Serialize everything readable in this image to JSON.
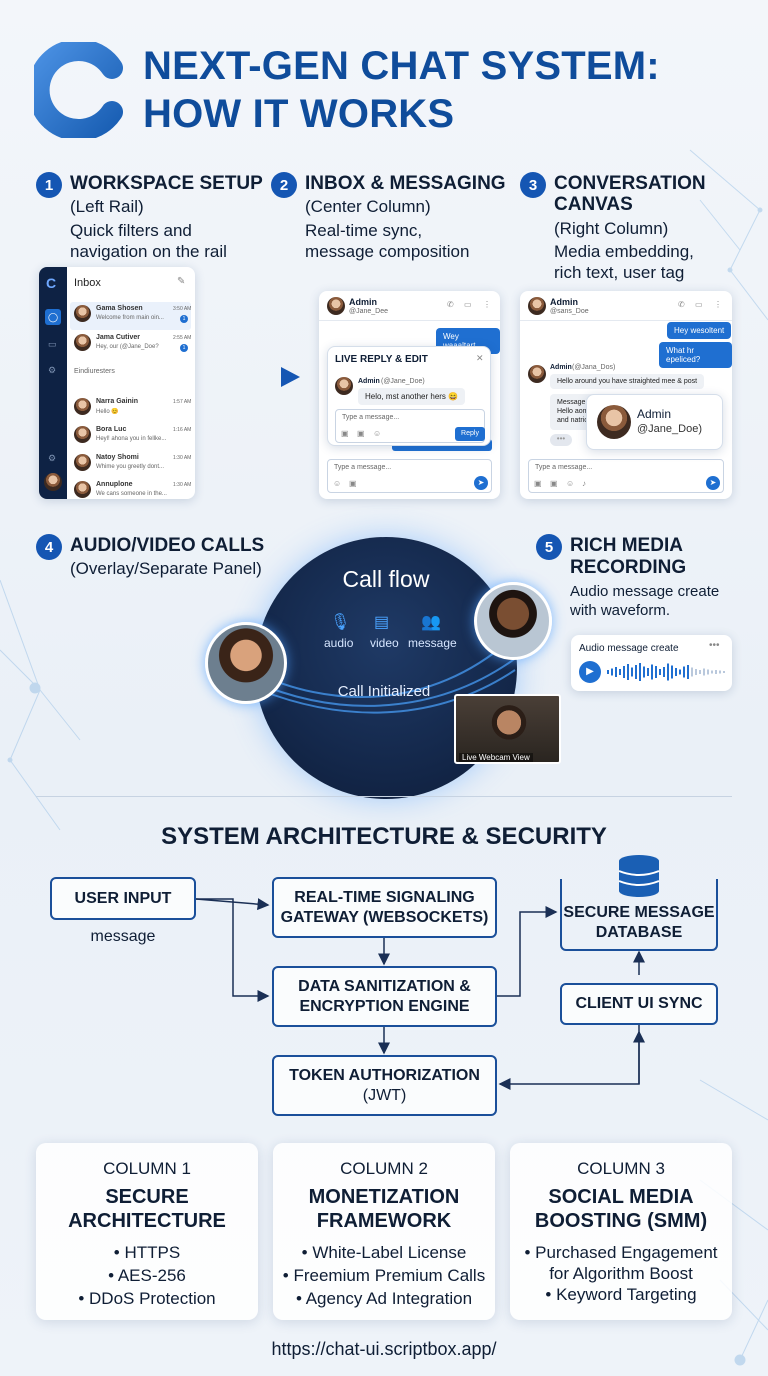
{
  "header": {
    "title_line1": "NEXT-GEN CHAT SYSTEM:",
    "title_line2": "HOW IT WORKS",
    "logo_letter": "C"
  },
  "steps": [
    {
      "num": "1",
      "title": "WORKSPACE SETUP",
      "sub": "(Left Rail)",
      "desc": "Quick filters and navigation on the rail"
    },
    {
      "num": "2",
      "title": "INBOX & MESSAGING",
      "sub": "(Center Column)",
      "desc": "Real-time sync, message composition"
    },
    {
      "num": "3",
      "title_l1": "CONVERSATION",
      "title_l2": "CANVAS",
      "sub": "(Right Column)",
      "desc_l1": "Media embedding,",
      "desc_l2": "rich text, user tag"
    },
    {
      "num": "4",
      "title": "AUDIO/VIDEO CALLS",
      "sub": "(Overlay/Separate Panel)"
    },
    {
      "num": "5",
      "title_l1": "RICH MEDIA",
      "title_l2": "RECORDING",
      "desc_l1": "Audio message create",
      "desc_l2": "with waveform."
    }
  ],
  "inbox": {
    "title": "Inbox",
    "items": [
      {
        "name": "Gama Shosen",
        "time": "3:50 AM",
        "preview": "Welcome from main oin...",
        "badge": "1"
      },
      {
        "name": "Jama Cutiver",
        "time": "2:55 AM",
        "preview": "Hey, our (@Jane_Doe?",
        "badge": "1"
      },
      {
        "name": "Narra Gainin",
        "time": "1:57 AM",
        "preview": "Hello 😊"
      },
      {
        "name": "Bora Luc",
        "time": "1:16 AM",
        "preview": "Heyl! ahona you in fellke..."
      },
      {
        "name": "Natoy Shomi",
        "time": "1:30 AM",
        "preview": "Whime you greetly dont..."
      },
      {
        "name": "Annuplone",
        "time": "1:30 AM",
        "preview": "We cans someone in the..."
      }
    ],
    "section_label": "Eindiuresters"
  },
  "center_chat": {
    "name": "Admin",
    "handle": "@Jane_Dee",
    "msg1": "Wey waaaltart",
    "popup_title": "LIVE REPLY & EDIT",
    "popup_name": "Admin",
    "popup_handle": "(@Jane_Doe)",
    "popup_msg": "Helo, mst another hers 😄",
    "popup_placeholder": "Type a message...",
    "reply_label": "Reply",
    "placeholder": "Type a message..."
  },
  "right_chat": {
    "name": "Admin",
    "handle": "@sans_Doe",
    "msg1": "Hey wesoltent",
    "msg2": "What hr epeliced?",
    "sender": "Admin",
    "sender_handle": "(@Jana_Dos)",
    "msg3": "Hello around you have straighted mee & post",
    "msg4_l1": "Message",
    "msg4_l2": "Hello aom",
    "msg4_l3": "and natric",
    "tag_name": "Admin",
    "tag_handle": "@Jane_Doe)",
    "placeholder": "Type a message..."
  },
  "call": {
    "title": "Call flow",
    "icons": [
      {
        "label": "audio",
        "icon": "mic-icon"
      },
      {
        "label": "video",
        "icon": "chat-icon"
      },
      {
        "label": "message",
        "icon": "people-icon"
      }
    ],
    "status": "Call Initialized",
    "webcam_label": "Live Webcam View"
  },
  "audio": {
    "title": "Audio message create",
    "menu": "•••"
  },
  "architecture": {
    "title": "SYSTEM ARCHITECTURE & SECURITY",
    "user_input": "USER INPUT",
    "user_input_caption": "message",
    "gateway_l1": "REAL-TIME SIGNALING",
    "gateway_l2": "GATEWAY (WEBSOCKETS)",
    "sanitize_l1": "DATA SANITIZATION &",
    "sanitize_l2": "ENCRYPTION ENGINE",
    "token_l1": "TOKEN AUTHORIZATION",
    "token_l2": "(JWT)",
    "db_l1": "SECURE MESSAGE",
    "db_l2": "DATABASE",
    "client_sync": "CLIENT UI SYNC"
  },
  "columns": [
    {
      "label": "COLUMN 1",
      "head_l1": "SECURE",
      "head_l2": "ARCHITECTURE",
      "items": [
        "• HTTPS",
        "• AES-256",
        "• DDoS Protection"
      ]
    },
    {
      "label": "COLUMN 2",
      "head_l1": "MONETIZATION",
      "head_l2": "FRAMEWORK",
      "items": [
        "• White-Label License",
        "• Freemium Premium Calls",
        "• Agency Ad Integration"
      ]
    },
    {
      "label": "COLUMN 3",
      "head_l1": "SOCIAL MEDIA",
      "head_l2": "BOOSTING (SMM)",
      "items": [
        "• Purchased Engagement",
        "for Algorithm Boost",
        "• Keyword Targeting"
      ]
    }
  ],
  "footer": {
    "url": "https://chat-ui.scriptbox.app/"
  },
  "colors": {
    "brand": "#0f4c9b",
    "accent": "#1f6fd1",
    "dark": "#0f1e35"
  }
}
